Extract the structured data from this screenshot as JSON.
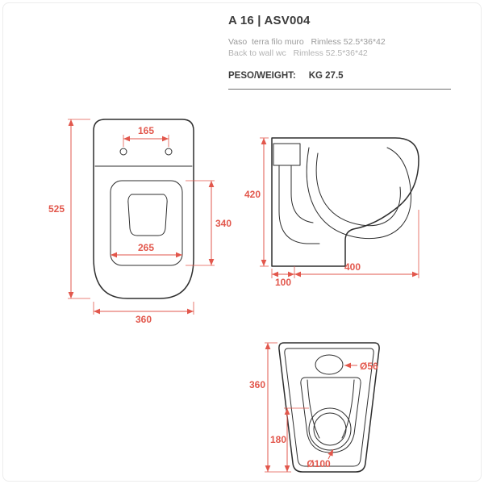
{
  "header": {
    "title": "A 16 | ASV004",
    "subtitle_it": "Vaso  terra filo muro   Rimless 52.5*36*42",
    "subtitle_en": "Back to wall wc   Rimless 52.5*36*42",
    "weight_label": "PESO/WEIGHT:",
    "weight_value": "KG 27.5"
  },
  "colors": {
    "dimension_red": "#e2574c",
    "outline_dark": "#2e2e2e"
  },
  "views": {
    "top": {
      "label": "top view",
      "dims": {
        "hole_spacing": "165",
        "overall_depth": "525",
        "seat_depth": "340",
        "seat_width": "265",
        "overall_width": "360"
      }
    },
    "side": {
      "label": "side view",
      "dims": {
        "height": "420",
        "rear_offset": "100",
        "depth": "400"
      }
    },
    "front": {
      "label": "front view",
      "dims": {
        "top_hole_diameter": "Ø56",
        "length": "360",
        "outlet_offset": "180",
        "outlet_diameter": "Ø100"
      }
    }
  }
}
